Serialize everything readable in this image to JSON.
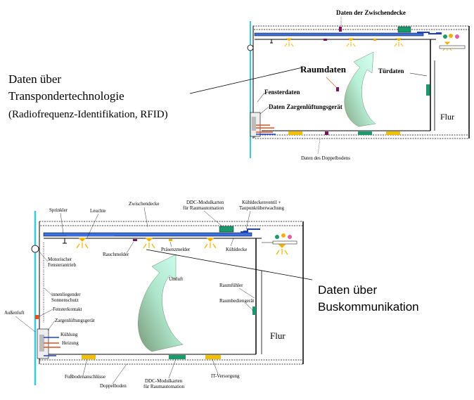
{
  "diagram_top": {
    "zwischendecke_data": "Daten der Zwischendecke",
    "raumdaten": "Raumdaten",
    "tuerdaten": "Türdaten",
    "fensterdaten": "Fensterdaten",
    "zargen_data": "Daten Zargenlüftungsgerät",
    "flur": "Flur",
    "doppelboden_data": "Daten des Doppelbodens"
  },
  "rfid_label": {
    "line1": "Daten über",
    "line2": "Transpondertechnologie",
    "line3": "(Radiofrequenz-Identifikation, RFID)"
  },
  "diagram_bottom": {
    "sprinkler": "Sprinkler",
    "leuchte": "Leuchte",
    "zwischendecke": "Zwischendecke",
    "ddc_top_1": "DDC-Modulkarten",
    "ddc_top_2": "für Raumautomation",
    "kuehldeckenventil_1": "Kühldeckenventil +",
    "kuehldeckenventil_2": "Taupunktüberwachung",
    "rauchmelder": "Rauchmelder",
    "praesenzmelder": "Präsenzmelder",
    "kuehldecke": "Kühldecke",
    "motor_1": "Motorischer",
    "motor_2": "Fensterantrieb",
    "sonnenschutz_1": "innenliegender",
    "sonnenschutz_2": "Sonnenschutz",
    "fensterkontakt": "Fensterkontakt",
    "aussenluft": "Außenluft",
    "zargen": "Zargenlüftungsgerät",
    "kuehlung": "Kühlung",
    "heizung": "Heizung",
    "umluft": "Umluft",
    "raumfuehler": "Raumfühler",
    "raumbediengeraet": "Raumbediengerät",
    "flur": "Flur",
    "fussboden": "Fußbodenanschlüsse",
    "doppelboden": "Doppelboden",
    "ddc_bot_1": "DDC-Modulkarten",
    "ddc_bot_2": "für Raumautomation",
    "it": "IT-Versorgung"
  },
  "bus_label": {
    "line1": "Daten über",
    "line2": "Buskommunikation"
  },
  "colors": {
    "ceiling_blue": "#3a6fe0",
    "glass_cyan": "#36c8e8",
    "air_arrow": "#9fe8c8",
    "module_green": "#1a9a6a",
    "module_yellow": "#f0c000",
    "lamp_yellow": "#f0b000",
    "purple": "#7a1060",
    "heat_red": "#e05020",
    "cool_blue": "#2040c0"
  }
}
